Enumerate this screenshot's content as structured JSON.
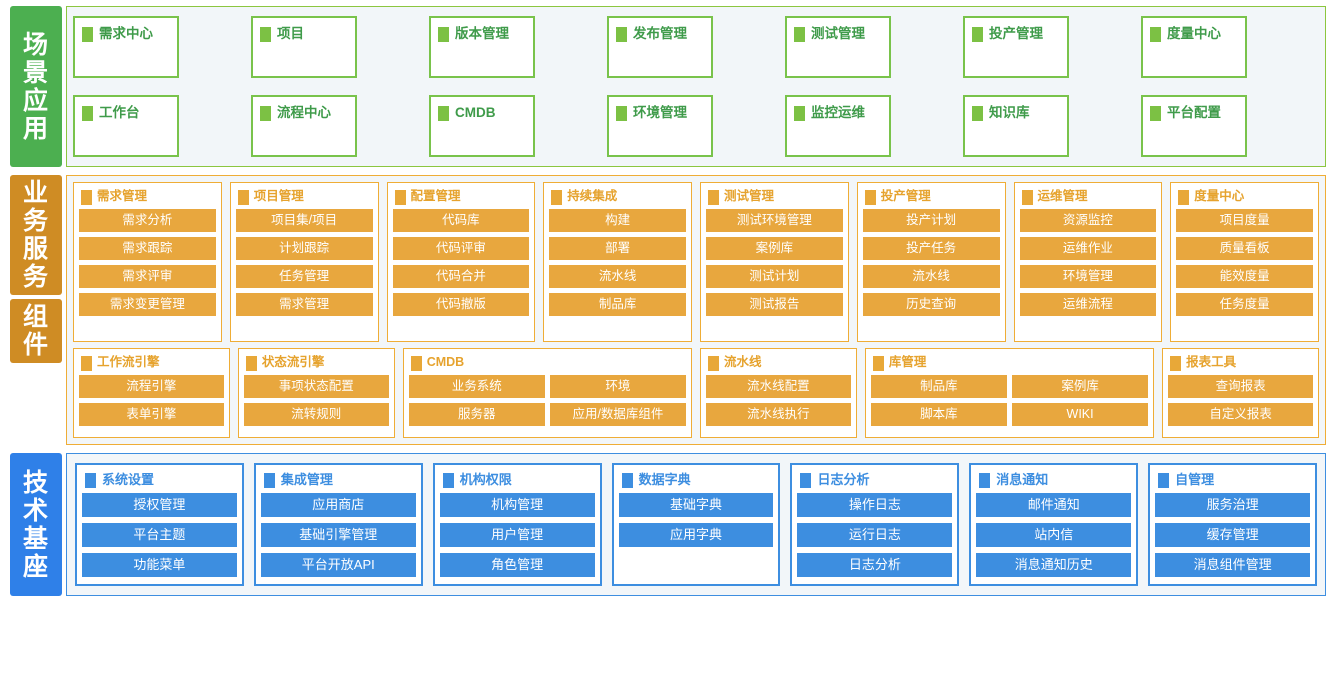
{
  "layers": {
    "scene": {
      "label": "场景应用",
      "label_chars": [
        "场",
        "景",
        "应",
        "用"
      ],
      "accent": "#4caf50",
      "border": "#8cc63f",
      "rows": [
        [
          {
            "title": "需求中心"
          },
          {
            "title": "项目"
          },
          {
            "title": "版本管理"
          },
          {
            "title": "发布管理"
          },
          {
            "title": "测试管理"
          },
          {
            "title": "投产管理"
          },
          {
            "title": "度量中心"
          }
        ],
        [
          {
            "title": "工作台"
          },
          {
            "title": "流程中心"
          },
          {
            "title": "CMDB"
          },
          {
            "title": "环境管理"
          },
          {
            "title": "监控运维"
          },
          {
            "title": "知识库"
          },
          {
            "title": "平台配置"
          }
        ]
      ]
    },
    "business": {
      "label": "业务服务",
      "label_chars": [
        "业",
        "务",
        "服",
        "务"
      ],
      "accent": "#cf8c24",
      "border": "#efad36",
      "cards": [
        {
          "title": "需求管理",
          "items": [
            "需求分析",
            "需求跟踪",
            "需求评审",
            "需求变更管理"
          ]
        },
        {
          "title": "项目管理",
          "items": [
            "项目集/项目",
            "计划跟踪",
            "任务管理",
            "需求管理"
          ]
        },
        {
          "title": "配置管理",
          "items": [
            "代码库",
            "代码评审",
            "代码合并",
            "代码撤版"
          ]
        },
        {
          "title": "持续集成",
          "items": [
            "构建",
            "部署",
            "流水线",
            "制品库"
          ]
        },
        {
          "title": "测试管理",
          "items": [
            "测试环境管理",
            "案例库",
            "测试计划",
            "测试报告"
          ]
        },
        {
          "title": "投产管理",
          "items": [
            "投产计划",
            "投产任务",
            "流水线",
            "历史查询"
          ]
        },
        {
          "title": "运维管理",
          "items": [
            "资源监控",
            "运维作业",
            "环境管理",
            "运维流程"
          ]
        },
        {
          "title": "度量中心",
          "items": [
            "项目度量",
            "质量看板",
            "能效度量",
            "任务度量"
          ]
        }
      ]
    },
    "components": {
      "label": "组件",
      "label_chars": [
        "组",
        "件"
      ],
      "accent": "#cf8c24",
      "border": "#efad36",
      "cards": [
        {
          "title": "工作流引擎",
          "grid": 1,
          "flex": 1.28,
          "items": [
            "流程引擎",
            "表单引擎"
          ]
        },
        {
          "title": "状态流引擎",
          "grid": 1,
          "flex": 1.28,
          "items": [
            "事项状态配置",
            "流转规则"
          ]
        },
        {
          "title": "CMDB",
          "grid": 2,
          "flex": 2.45,
          "items": [
            "业务系统",
            "环境",
            "服务器",
            "应用/数据库组件"
          ]
        },
        {
          "title": "流水线",
          "grid": 1,
          "flex": 1.28,
          "items": [
            "流水线配置",
            "流水线执行"
          ]
        },
        {
          "title": "库管理",
          "grid": 2,
          "flex": 2.45,
          "items": [
            "制品库",
            "案例库",
            "脚本库",
            "WIKI"
          ]
        },
        {
          "title": "报表工具",
          "grid": 1,
          "flex": 1.28,
          "items": [
            "查询报表",
            "自定义报表"
          ]
        }
      ]
    },
    "technical": {
      "label": "技术基座",
      "label_chars": [
        "技",
        "术",
        "基",
        "座"
      ],
      "accent": "#2f80e8",
      "border": "#3d8ee0",
      "cards": [
        {
          "title": "系统设置",
          "items": [
            "授权管理",
            "平台主题",
            "功能菜单"
          ]
        },
        {
          "title": "集成管理",
          "items": [
            "应用商店",
            "基础引擎管理",
            "平台开放API"
          ]
        },
        {
          "title": "机构权限",
          "items": [
            "机构管理",
            "用户管理",
            "角色管理"
          ]
        },
        {
          "title": "数据字典",
          "items": [
            "基础字典",
            "应用字典"
          ]
        },
        {
          "title": "日志分析",
          "items": [
            "操作日志",
            "运行日志",
            "日志分析"
          ]
        },
        {
          "title": "消息通知",
          "items": [
            "邮件通知",
            "站内信",
            "消息通知历史"
          ]
        },
        {
          "title": "自管理",
          "items": [
            "服务治理",
            "缓存管理",
            "消息组件管理"
          ]
        }
      ]
    }
  },
  "icons": {
    "bullet": "square-bullet-icon"
  }
}
